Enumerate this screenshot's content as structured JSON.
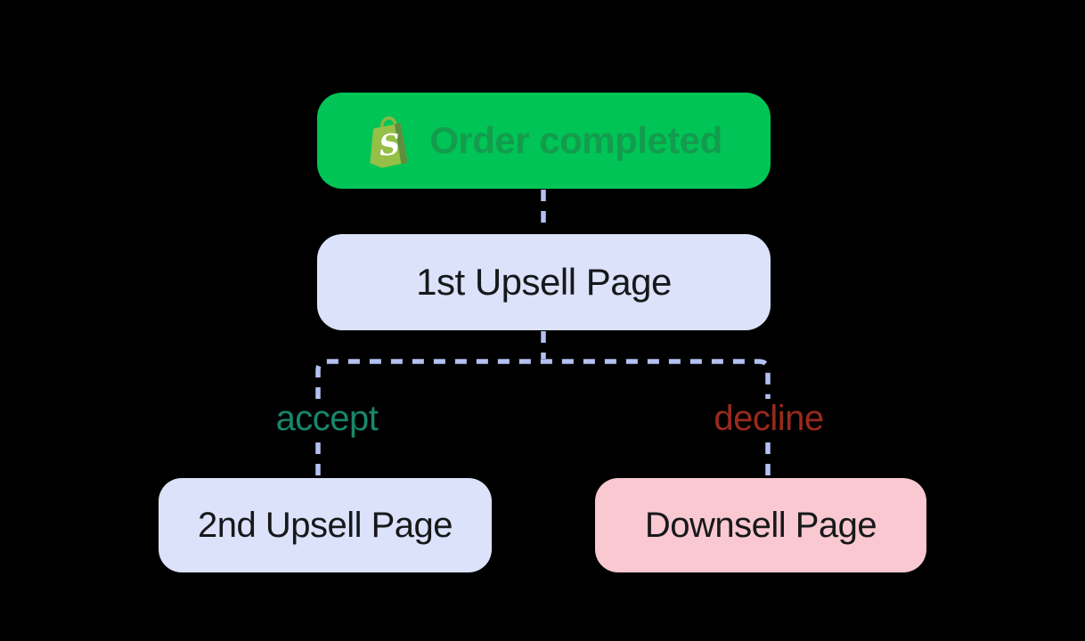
{
  "nodes": {
    "trigger": {
      "label": "Order completed",
      "icon": "shopify-bag-icon",
      "bg": "#00c455",
      "text_color": "#139c4e"
    },
    "upsell1": {
      "label": "1st Upsell Page",
      "bg": "#dbe2fa",
      "text_color": "#17181b"
    },
    "upsell2": {
      "label": "2nd Upsell Page",
      "bg": "#dbe2fa",
      "text_color": "#17181b"
    },
    "downsell": {
      "label": "Downsell Page",
      "bg": "#f9c8d0",
      "text_color": "#17181b"
    }
  },
  "edges": {
    "accept": {
      "label": "accept",
      "color": "#17876a"
    },
    "decline": {
      "label": "decline",
      "color": "#9a2a1d"
    }
  },
  "connector": {
    "color": "#b3c1f2",
    "style": "dashed"
  },
  "canvas": {
    "background": "#000000"
  }
}
